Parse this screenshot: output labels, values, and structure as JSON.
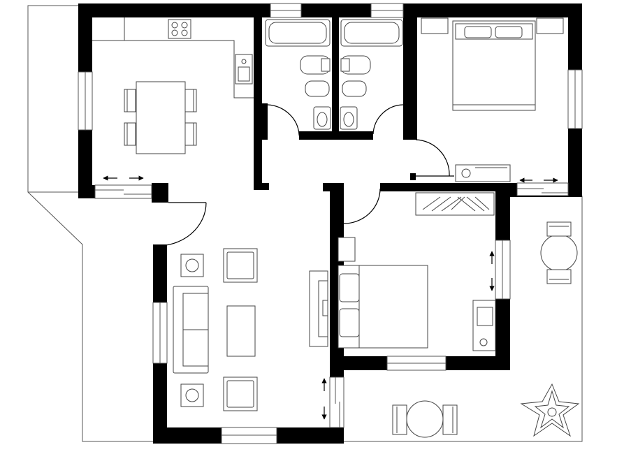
{
  "colors": {
    "wall": "#000000",
    "line": "#333333",
    "background": "#ffffff",
    "furniture_fill": "#ffffff"
  },
  "rooms": [
    {
      "name": "kitchen-dining"
    },
    {
      "name": "bathroom-left"
    },
    {
      "name": "bathroom-right"
    },
    {
      "name": "master-bedroom"
    },
    {
      "name": "second-bedroom"
    },
    {
      "name": "living-room"
    },
    {
      "name": "hallway"
    },
    {
      "name": "terrace"
    }
  ],
  "icons": [
    "sliding-door-arrow-icon",
    "door-swing-icon",
    "plant-icon",
    "sink-icon",
    "stove-icon"
  ]
}
